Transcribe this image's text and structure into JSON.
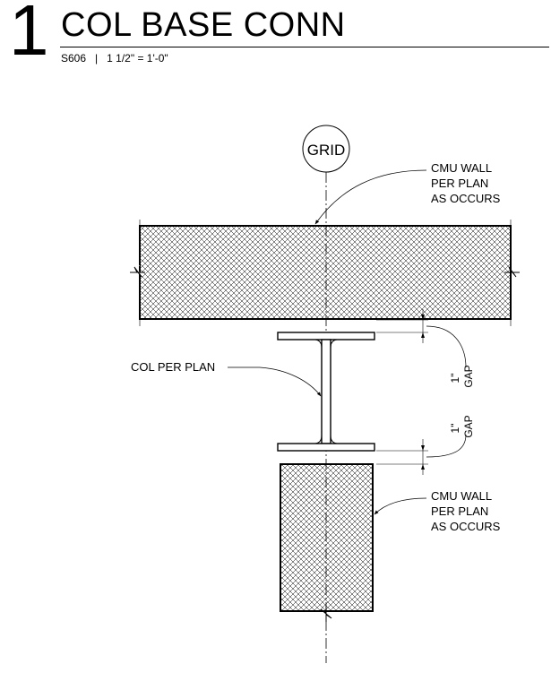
{
  "header": {
    "detail_number": "1",
    "title": "COL BASE CONN",
    "sheet": "S606",
    "separator": "|",
    "scale": "1 1/2\" = 1'-0\""
  },
  "drawing": {
    "grid_label": "GRID",
    "cmu_wall_top": [
      "CMU WALL",
      "PER PLAN",
      "AS OCCURS"
    ],
    "column_label": "COL PER PLAN",
    "gap_top": [
      "1\"",
      "GAP"
    ],
    "gap_bottom": [
      "1\"",
      "GAP"
    ],
    "cmu_wall_bottom": [
      "CMU WALL",
      "PER PLAN",
      "AS OCCURS"
    ]
  }
}
